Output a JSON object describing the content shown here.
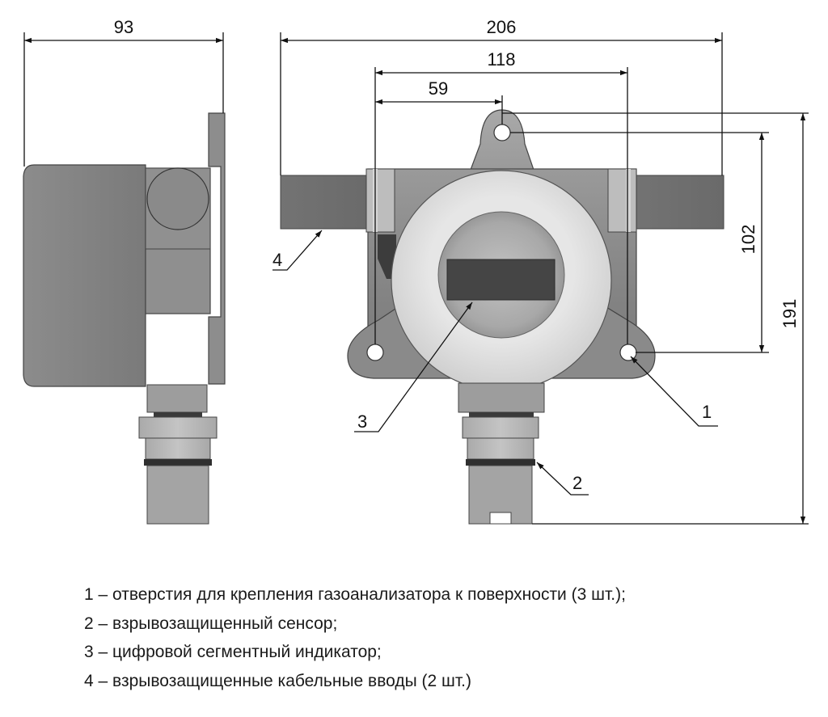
{
  "dimensions": {
    "side_width": "93",
    "overall_width": "206",
    "hole_spacing": "118",
    "half_spacing": "59",
    "hole_height": "102",
    "overall_height": "191"
  },
  "callouts": {
    "c1": "1",
    "c2": "2",
    "c3": "3",
    "c4": "4"
  },
  "legend": [
    "1 – отверстия для крепления газоанализатора к поверхности (3 шт.);",
    "2 – взрывозащищенный сенсор;",
    "3 – цифровой сегментный индикатор;",
    "4 – взрывозащищенные кабельные вводы (2 шт.)"
  ]
}
